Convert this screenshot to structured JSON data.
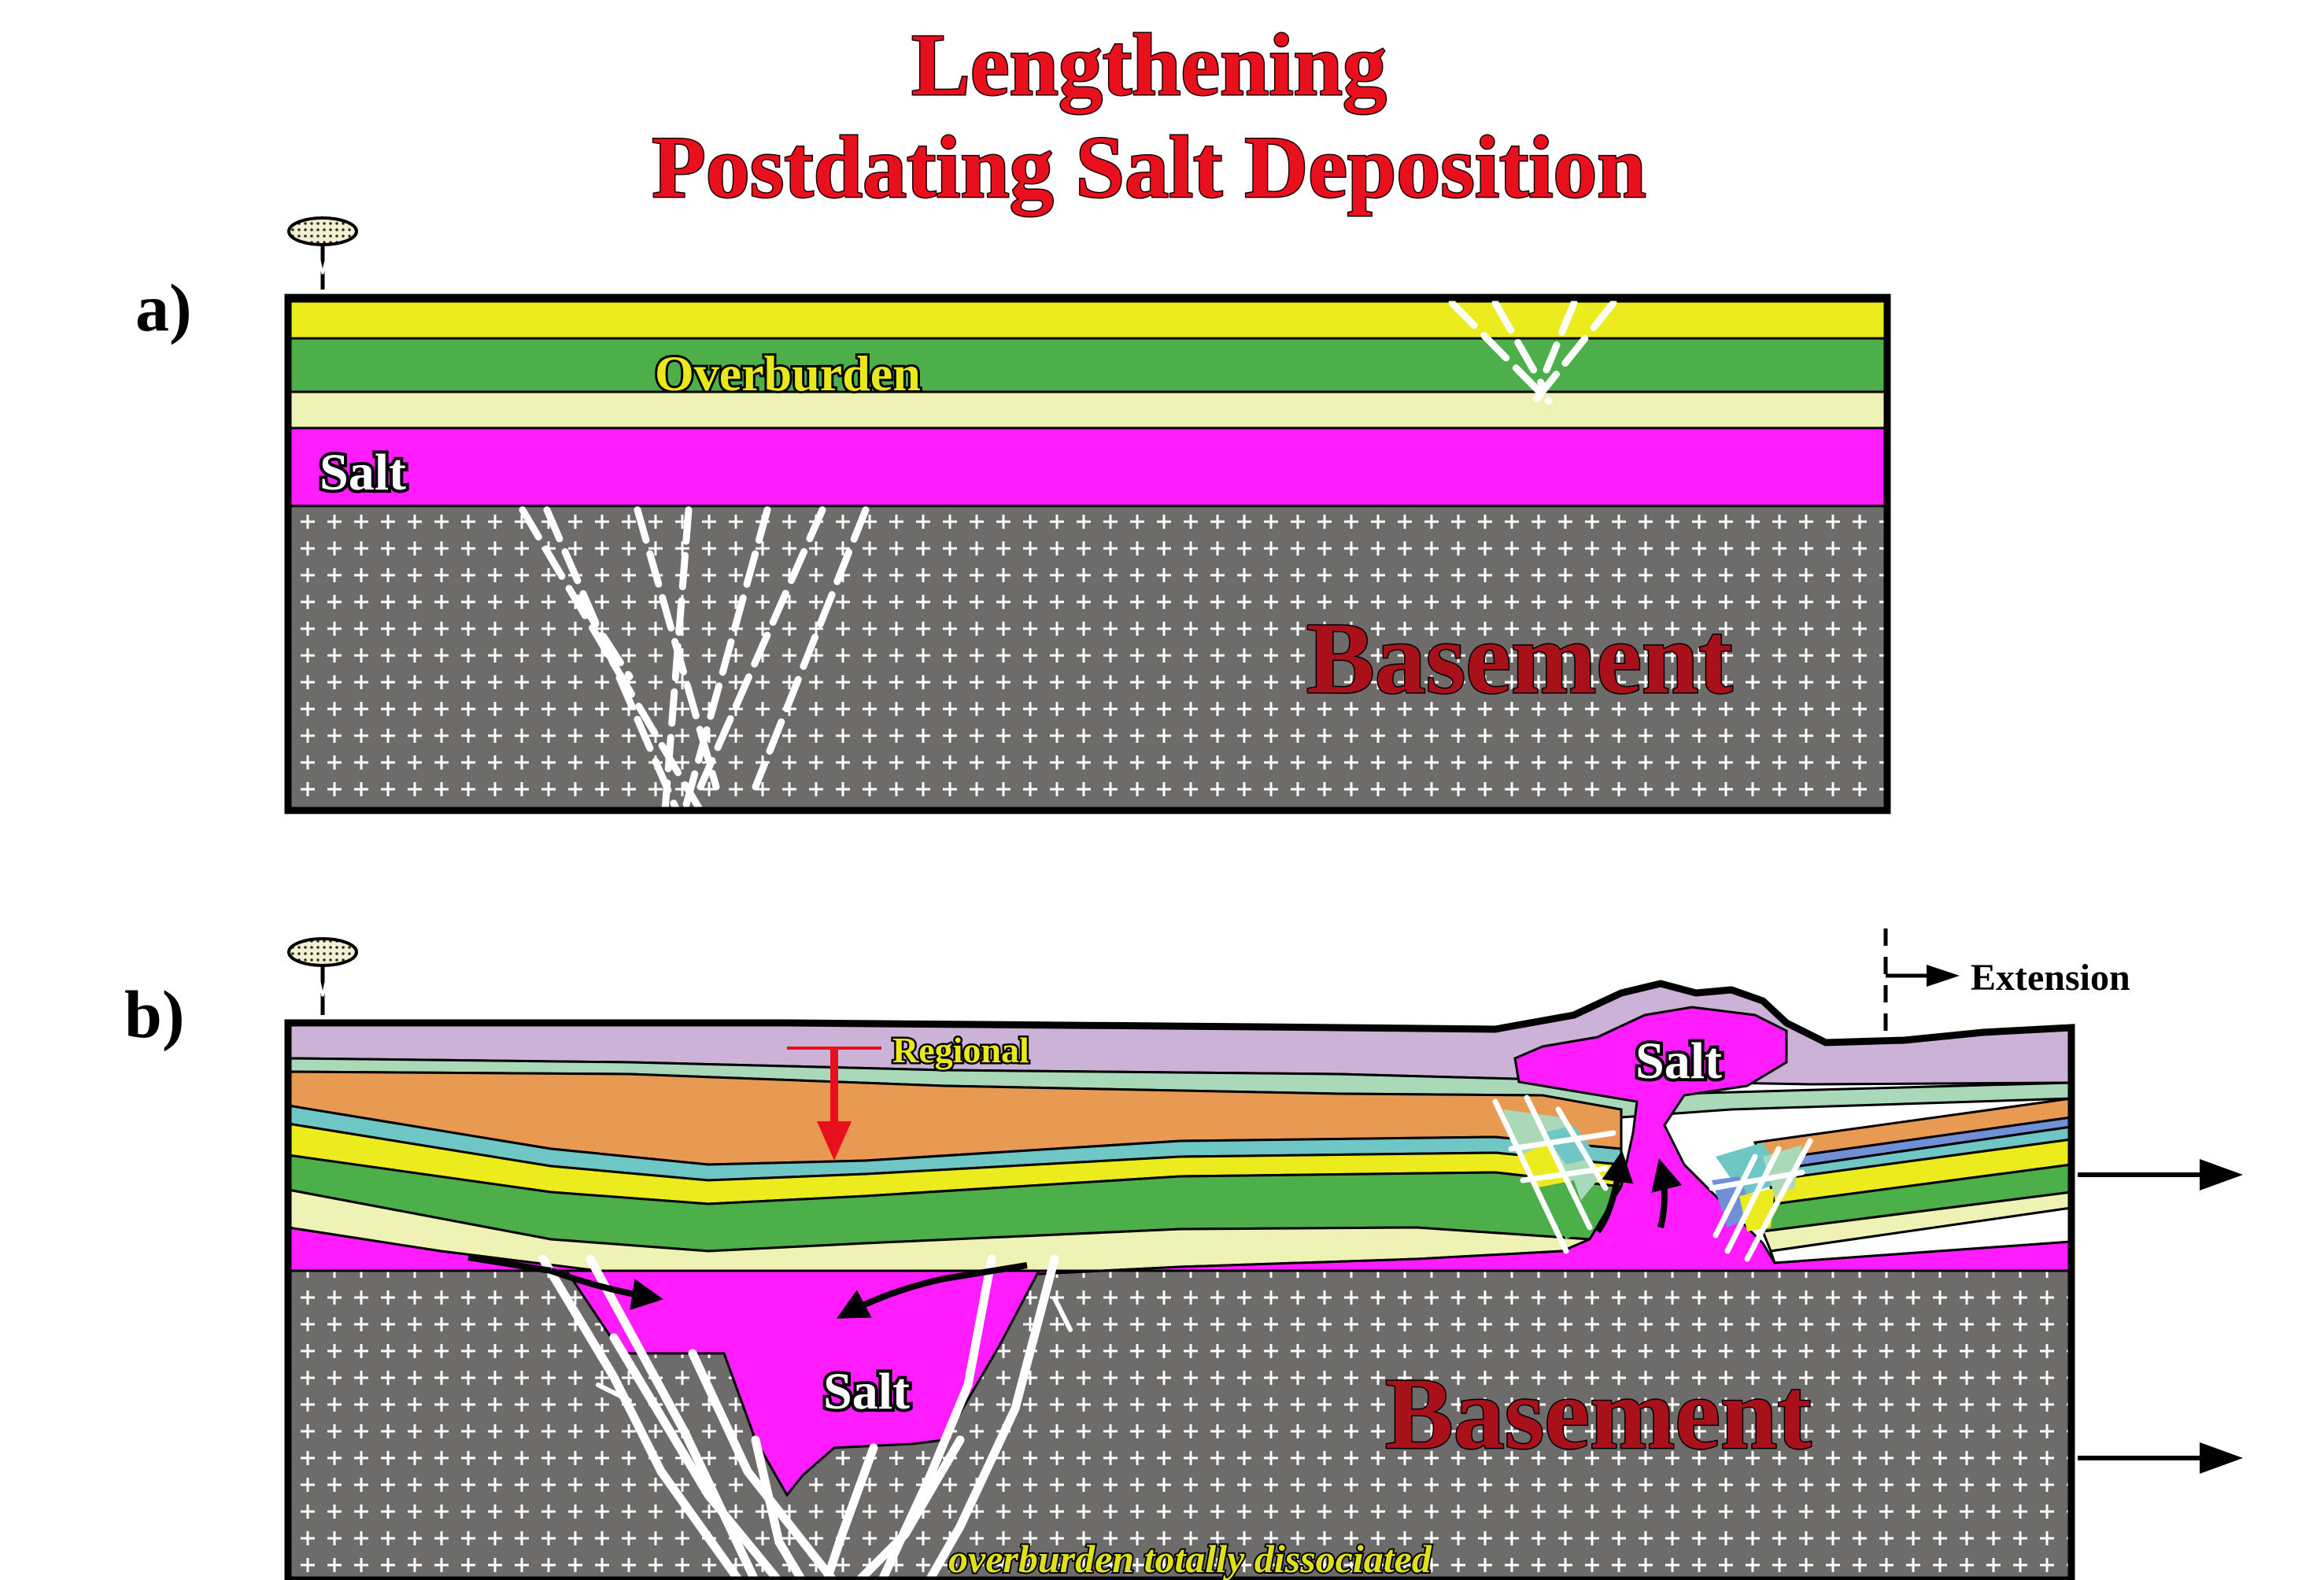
{
  "title": {
    "line1": "Lengthening",
    "line2": "Postdating Salt Deposition"
  },
  "panel_a": {
    "letter": "a)",
    "labels": {
      "overburden": "Overburden",
      "salt": "Salt",
      "basement": "Basement"
    }
  },
  "panel_b": {
    "letter": "b)",
    "labels": {
      "regional": "Regional",
      "salt_diapir": "Salt",
      "salt_graben": "Salt",
      "basement": "Basement",
      "extension": "Extension",
      "note": "overburden totally dissociated"
    }
  },
  "colors": {
    "title_red": "#e8101c",
    "basement_grey": "#6e6b6b",
    "salt_magenta": "#ff1cff",
    "yellow": "#ebeb1e",
    "green": "#4caf4a",
    "pale_yellow": "#eef3b5",
    "lavender": "#ccb2d6",
    "orange": "#e99a52",
    "teal": "#6fc7c5",
    "mint": "#a9d9b8",
    "regional_arrow": "#e8101c"
  },
  "icons": {
    "well": "well-icon"
  }
}
